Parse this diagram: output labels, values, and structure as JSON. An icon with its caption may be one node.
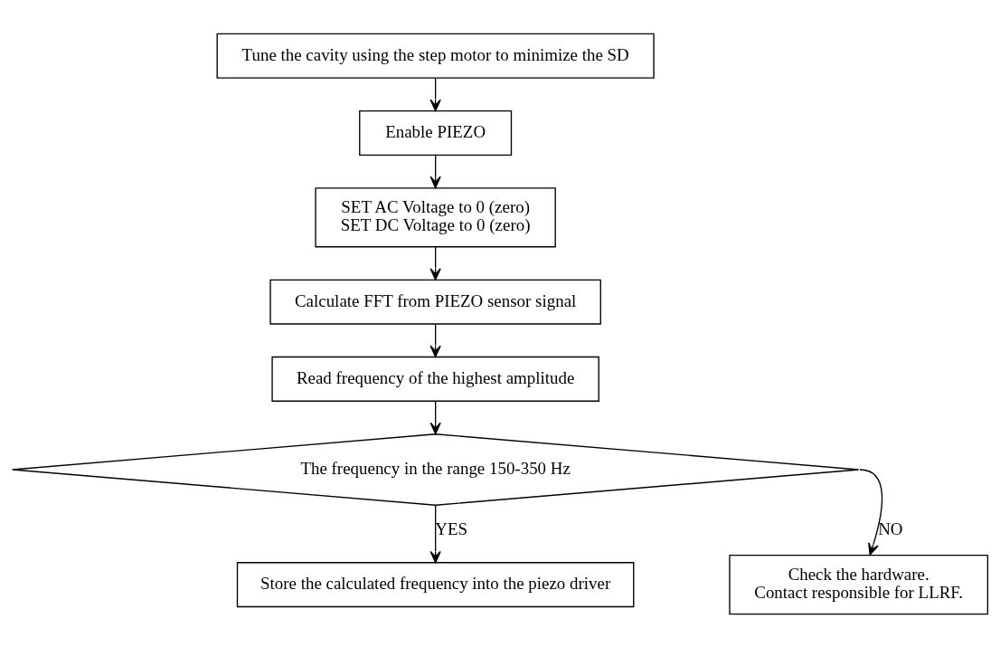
{
  "diagram": {
    "nodes": [
      {
        "text": [
          "Tune the cavity using the step motor to minimize the SD"
        ]
      },
      {
        "text": [
          "Enable PIEZO"
        ]
      },
      {
        "text": [
          "SET AC Voltage to 0 (zero)",
          "SET DC Voltage to 0 (zero)"
        ]
      },
      {
        "text": [
          "Calculate FFT from PIEZO sensor signal"
        ]
      },
      {
        "text": [
          "Read frequency of the highest amplitude"
        ]
      },
      {
        "text": [
          "The frequency in the range 150-350 Hz"
        ]
      },
      {
        "text": [
          "Check the hardware.",
          "Contact responsible for LLRF."
        ]
      },
      {
        "text": [
          "Store the calculated frequency into the piezo driver"
        ]
      }
    ],
    "edges": [
      {
        "from": 0,
        "to": 1,
        "arrow": "to"
      },
      {
        "from": 1,
        "to": 2,
        "arrow": "to"
      },
      {
        "from": 2,
        "to": 3,
        "arrow": "to"
      },
      {
        "from": 3,
        "to": 4,
        "arrow": "to"
      },
      {
        "from": 4,
        "to": 5,
        "arrow": "to"
      },
      {
        "from": 5,
        "to": 6,
        "arrow": "to",
        "label": "NO"
      },
      {
        "from": 5,
        "to": 7,
        "arrow": "to",
        "label": "YES"
      }
    ]
  }
}
